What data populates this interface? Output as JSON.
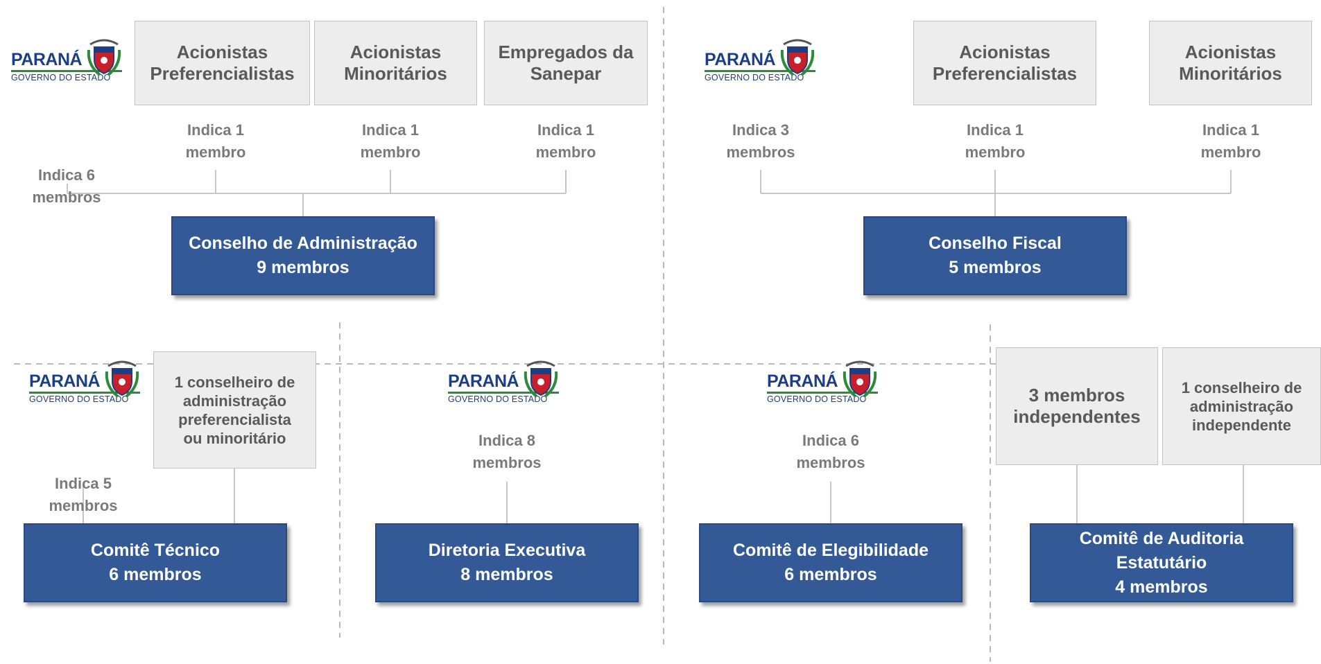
{
  "logo": {
    "name": "PARANÁ",
    "subtitle": "GOVERNO DO ESTADO"
  },
  "top_left": {
    "sources": [
      "Acionistas\nPreferencialistas",
      "Acionistas\nMinoritários",
      "Empregados da\nSanepar"
    ],
    "source_indications": [
      "Indica 1\nmembro",
      "Indica 1\nmembro",
      "Indica 1\nmembro"
    ],
    "state_indication": "Indica 6\nmembros",
    "board": "Conselho de Administração\n9 membros"
  },
  "top_right": {
    "sources": [
      "Acionistas\nPreferencialistas",
      "Acionistas\nMinoritários"
    ],
    "state_indication": "Indica 3\nmembros",
    "source_indications": [
      "Indica 1\nmembro",
      "Indica 1\nmembro"
    ],
    "board": "Conselho  Fiscal\n5 membros"
  },
  "bottom_1": {
    "source": "1 conselheiro de\nadministração\npreferencialista\nou minoritário",
    "state_indication": "Indica 5\nmembros",
    "board": "Comitê Técnico\n6 membros"
  },
  "bottom_2": {
    "state_indication": "Indica 8\nmembros",
    "board": "Diretoria Executiva\n8 membros"
  },
  "bottom_3": {
    "state_indication": "Indica 6\nmembros",
    "board": "Comitê de Elegibilidade\n6 membros"
  },
  "bottom_4": {
    "sources": [
      "3 membros\nindependentes",
      "1 conselheiro de\nadministração\nindependente"
    ],
    "board": "Comitê de Auditoria\nEstatutário\n4 membros"
  },
  "colors": {
    "board_fill": "#335a96",
    "source_fill": "#ededed",
    "label_text": "#7a7a7a",
    "line": "#c0c0c0",
    "divider": "#b8b8b8"
  }
}
